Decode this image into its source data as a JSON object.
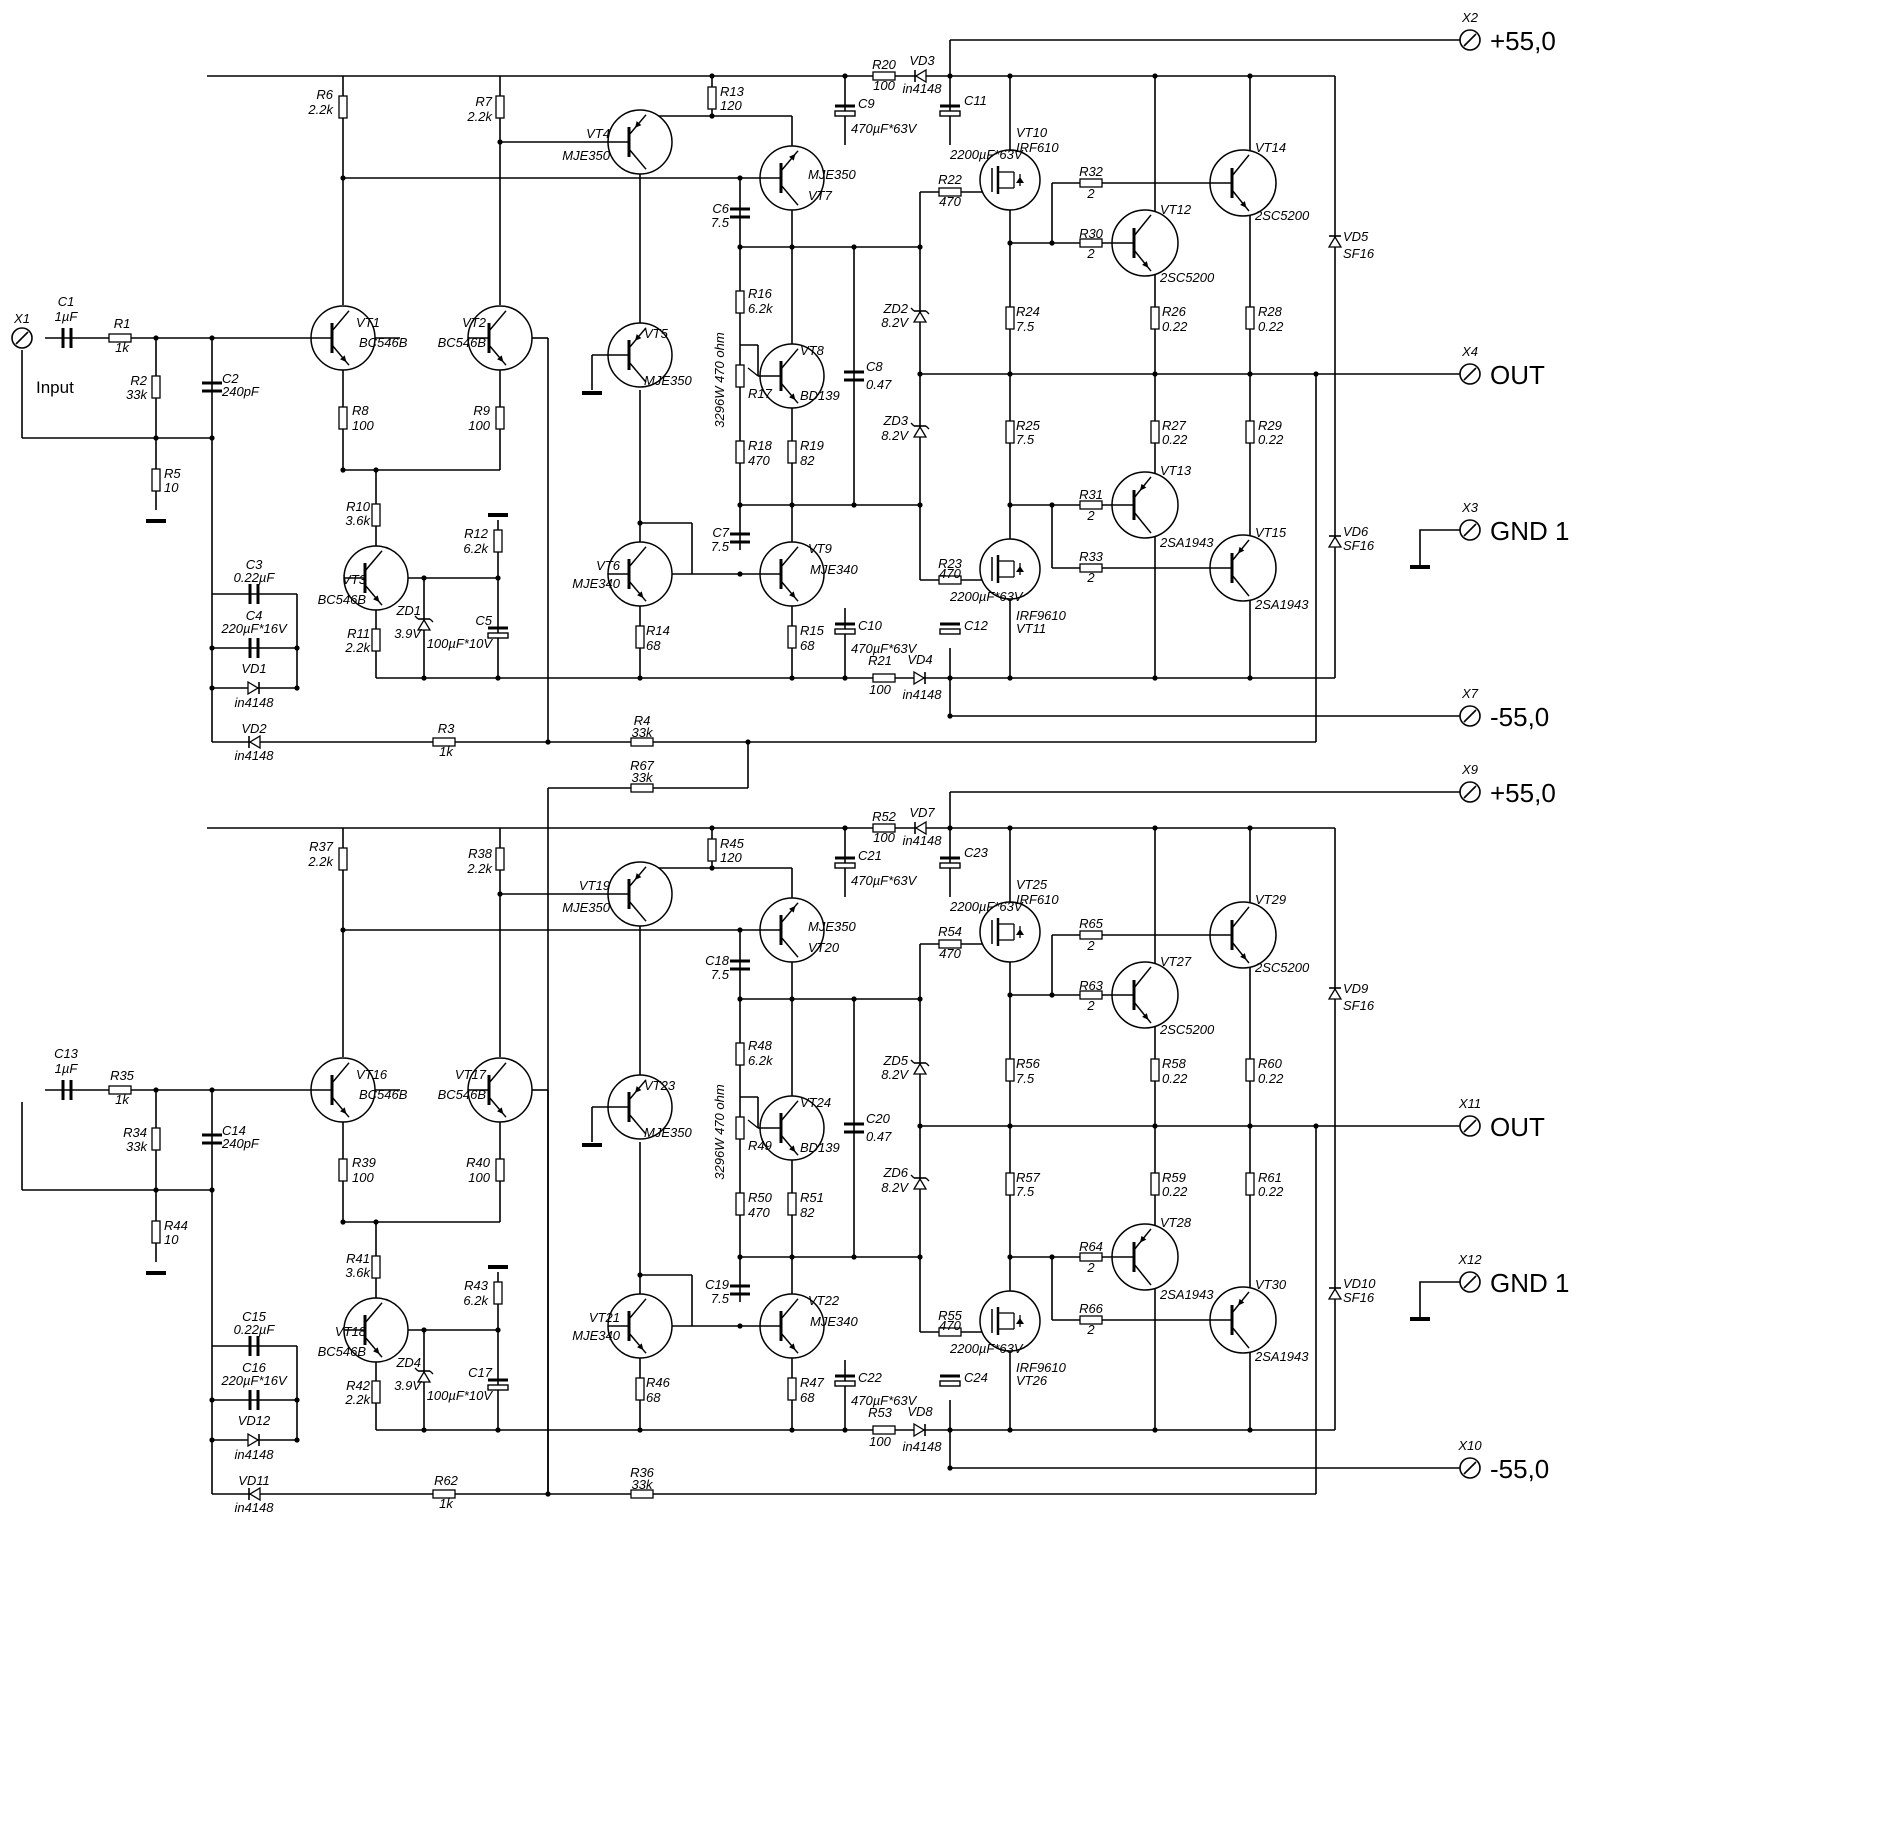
{
  "terminals": {
    "top": [
      {
        "id": "X1",
        "label": ""
      },
      {
        "id": "X2",
        "label": "+55,0"
      },
      {
        "id": "X4",
        "label": "OUT"
      },
      {
        "id": "X3",
        "label": "GND 1"
      },
      {
        "id": "X7",
        "label": "-55,0"
      }
    ],
    "bottom": [
      {
        "id": "X9",
        "label": "+55,0"
      },
      {
        "id": "X11",
        "label": "OUT"
      },
      {
        "id": "X12",
        "label": "GND 1"
      },
      {
        "id": "X10",
        "label": "-55,0"
      }
    ],
    "input_label": "Input"
  },
  "channels": [
    {
      "name": "top",
      "components": {
        "C1": [
          "C1",
          "1µF"
        ],
        "R1": [
          "R1",
          "1k"
        ],
        "R2": [
          "R2",
          "33k"
        ],
        "C2": [
          "C2",
          "240pF"
        ],
        "R5": [
          "R5",
          "10"
        ],
        "R6": [
          "R6",
          "2.2k"
        ],
        "R7": [
          "R7",
          "2.2k"
        ],
        "VT1": [
          "VT1",
          "BC546B"
        ],
        "VT2": [
          "VT2",
          "BC546B"
        ],
        "R8": [
          "R8",
          "100"
        ],
        "R9": [
          "R9",
          "100"
        ],
        "R10": [
          "R10",
          "3.6k"
        ],
        "VT3": [
          "VT3",
          "BC546B"
        ],
        "R11": [
          "R11",
          "2.2k"
        ],
        "ZD1": [
          "ZD1",
          "3.9V"
        ],
        "R12": [
          "R12",
          "6.2k"
        ],
        "C5": [
          "C5",
          "100µF*10V"
        ],
        "C3": [
          "C3",
          "0.22µF"
        ],
        "C4": [
          "C4",
          "220µF*16V"
        ],
        "VD1": [
          "VD1",
          "in4148"
        ],
        "VD2": [
          "VD2",
          "in4148"
        ],
        "R3": [
          "R3",
          "1k"
        ],
        "R4": [
          "R4",
          "33k"
        ],
        "R13": [
          "R13",
          "120"
        ],
        "VT4": [
          "VT4",
          "MJE350"
        ],
        "VT7": [
          "VT7",
          "MJE350"
        ],
        "C6": [
          "C6",
          "7.5"
        ],
        "R16": [
          "R16",
          "6.2k"
        ],
        "R17": [
          "R17",
          ""
        ],
        "POT": [
          "3296W 470 ohm",
          ""
        ],
        "VT5": [
          "VT5",
          "MJE350"
        ],
        "VT8": [
          "VT8",
          "BD139"
        ],
        "C8": [
          "C8",
          "0.47"
        ],
        "R18": [
          "R18",
          "470"
        ],
        "R19": [
          "R19",
          "82"
        ],
        "C7": [
          "C7",
          "7.5"
        ],
        "VT6": [
          "VT6",
          "MJE340"
        ],
        "VT9": [
          "VT9",
          "MJE340"
        ],
        "R14": [
          "R14",
          "68"
        ],
        "R15": [
          "R15",
          "68"
        ],
        "R20": [
          "R20",
          "100"
        ],
        "VD3": [
          "VD3",
          "in4148"
        ],
        "C9": [
          "C9",
          "470µF*63V"
        ],
        "C11": [
          "C11",
          "2200µF*63V"
        ],
        "VT10": [
          "VT10",
          "IRF610"
        ],
        "R22": [
          "R22",
          "470"
        ],
        "ZD2": [
          "ZD2",
          "8.2V"
        ],
        "ZD3": [
          "ZD3",
          "8.2V"
        ],
        "R24": [
          "R24",
          "7.5"
        ],
        "R25": [
          "R25",
          "7.5"
        ],
        "R23": [
          "R23",
          "470"
        ],
        "VT11": [
          "VT11",
          "IRF9610"
        ],
        "C12": [
          "C12",
          "2200µF*63V"
        ],
        "C10": [
          "C10",
          "470µF*63V"
        ],
        "R21": [
          "R21",
          "100"
        ],
        "VD4": [
          "VD4",
          "in4148"
        ],
        "R32": [
          "R32",
          "2"
        ],
        "R30": [
          "R30",
          "2"
        ],
        "VT12": [
          "VT12",
          "2SC5200"
        ],
        "VT14": [
          "VT14",
          "2SC5200"
        ],
        "R26": [
          "R26",
          "0.22"
        ],
        "R28": [
          "R28",
          "0.22"
        ],
        "R27": [
          "R27",
          "0.22"
        ],
        "R29": [
          "R29",
          "0.22"
        ],
        "R31": [
          "R31",
          "2"
        ],
        "R33": [
          "R33",
          "2"
        ],
        "VT13": [
          "VT13",
          "2SA1943"
        ],
        "VT15": [
          "VT15",
          "2SA1943"
        ],
        "VD5": [
          "VD5",
          "SF16"
        ],
        "VD6": [
          "VD6",
          "SF16"
        ],
        "R67": [
          "R67",
          "33k"
        ]
      }
    },
    {
      "name": "bottom",
      "components": {
        "C1": [
          "C13",
          "1µF"
        ],
        "R1": [
          "R35",
          "1k"
        ],
        "R2": [
          "R34",
          "33k"
        ],
        "C2": [
          "C14",
          "240pF"
        ],
        "R5": [
          "R44",
          "10"
        ],
        "R6": [
          "R37",
          "2.2k"
        ],
        "R7": [
          "R38",
          "2.2k"
        ],
        "VT1": [
          "VT16",
          "BC546B"
        ],
        "VT2": [
          "VT17",
          "BC546B"
        ],
        "R8": [
          "R39",
          "100"
        ],
        "R9": [
          "R40",
          "100"
        ],
        "R10": [
          "R41",
          "3.6k"
        ],
        "VT3": [
          "VT18",
          "BC546B"
        ],
        "R11": [
          "R42",
          "2.2k"
        ],
        "ZD1": [
          "ZD4",
          "3.9V"
        ],
        "R12": [
          "R43",
          "6.2k"
        ],
        "C5": [
          "C17",
          "100µF*10V"
        ],
        "C3": [
          "C15",
          "0.22µF"
        ],
        "C4": [
          "C16",
          "220µF*16V"
        ],
        "VD1": [
          "VD12",
          "in4148"
        ],
        "VD2": [
          "VD11",
          "in4148"
        ],
        "R3": [
          "R62",
          "1k"
        ],
        "R4": [
          "R36",
          "33k"
        ],
        "R13": [
          "R45",
          "120"
        ],
        "VT4": [
          "VT19",
          "MJE350"
        ],
        "VT7": [
          "VT20",
          "MJE350"
        ],
        "C6": [
          "C18",
          "7.5"
        ],
        "R16": [
          "R48",
          "6.2k"
        ],
        "R17": [
          "R49",
          ""
        ],
        "POT": [
          "3296W 470 ohm",
          ""
        ],
        "VT5": [
          "VT23",
          "MJE350"
        ],
        "VT8": [
          "VT24",
          "BD139"
        ],
        "C8": [
          "C20",
          "0.47"
        ],
        "R18": [
          "R50",
          "470"
        ],
        "R19": [
          "R51",
          "82"
        ],
        "C7": [
          "C19",
          "7.5"
        ],
        "VT6": [
          "VT21",
          "MJE340"
        ],
        "VT9": [
          "VT22",
          "MJE340"
        ],
        "R14": [
          "R46",
          "68"
        ],
        "R15": [
          "R47",
          "68"
        ],
        "R20": [
          "R52",
          "100"
        ],
        "VD3": [
          "VD7",
          "in4148"
        ],
        "C9": [
          "C21",
          "470µF*63V"
        ],
        "C11": [
          "C23",
          "2200µF*63V"
        ],
        "VT10": [
          "VT25",
          "IRF610"
        ],
        "R22": [
          "R54",
          "470"
        ],
        "ZD2": [
          "ZD5",
          "8.2V"
        ],
        "ZD3": [
          "ZD6",
          "8.2V"
        ],
        "R24": [
          "R56",
          "7.5"
        ],
        "R25": [
          "R57",
          "7.5"
        ],
        "R23": [
          "R55",
          "470"
        ],
        "VT11": [
          "VT26",
          "IRF9610"
        ],
        "C12": [
          "C24",
          "2200µF*63V"
        ],
        "C10": [
          "C22",
          "470µF*63V"
        ],
        "R21": [
          "R53",
          "100"
        ],
        "VD4": [
          "VD8",
          "in4148"
        ],
        "R32": [
          "R65",
          "2"
        ],
        "R30": [
          "R63",
          "2"
        ],
        "VT12": [
          "VT27",
          "2SC5200"
        ],
        "VT14": [
          "VT29",
          "2SC5200"
        ],
        "R26": [
          "R58",
          "0.22"
        ],
        "R28": [
          "R60",
          "0.22"
        ],
        "R27": [
          "R59",
          "0.22"
        ],
        "R29": [
          "R61",
          "0.22"
        ],
        "R31": [
          "R64",
          "2"
        ],
        "R33": [
          "R66",
          "2"
        ],
        "VT13": [
          "VT28",
          "2SA1943"
        ],
        "VT15": [
          "VT30",
          "2SA1943"
        ],
        "VD5": [
          "VD9",
          "SF16"
        ],
        "VD6": [
          "VD10",
          "SF16"
        ],
        "R67": [
          "",
          ""
        ]
      }
    }
  ]
}
